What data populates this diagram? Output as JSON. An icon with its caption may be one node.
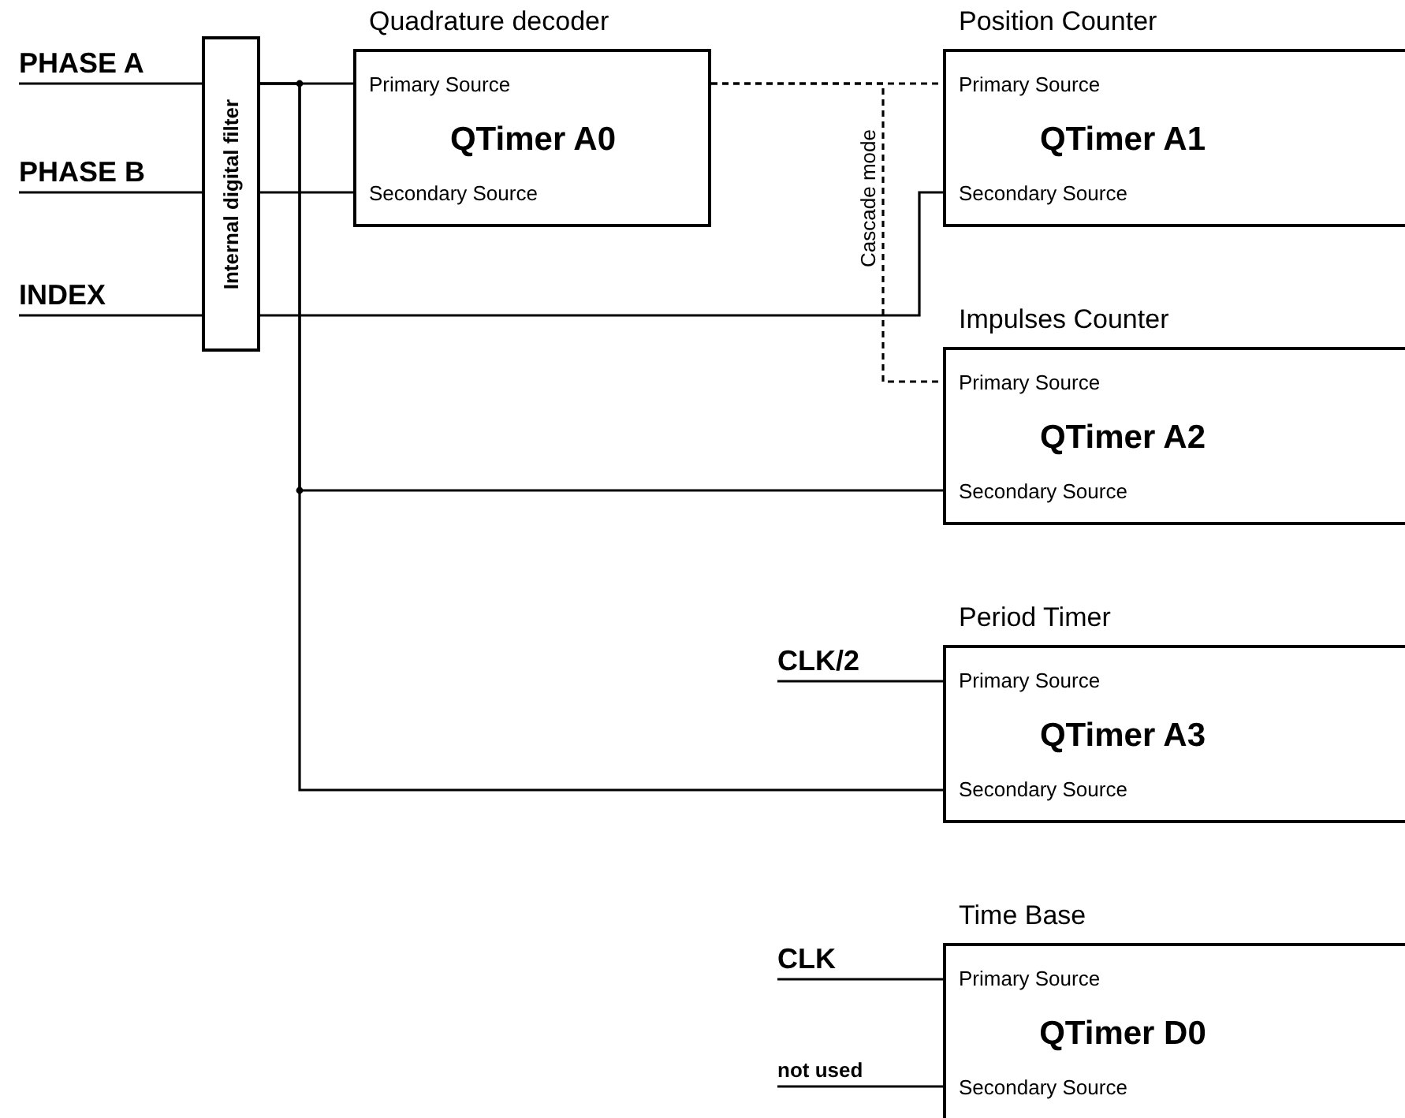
{
  "diagram": {
    "nodes": [
      {
        "text": [
          "PHASE A"
        ]
      },
      {
        "text": [
          "PHASE B"
        ]
      },
      {
        "text": [
          "INDEX"
        ]
      },
      {
        "text": [
          "Internal digital filter"
        ]
      },
      {
        "text": [
          "Quadrature decoder",
          "Primary Source",
          "QTimer A0",
          "Secondary Source"
        ]
      },
      {
        "text": [
          "Position Counter",
          "Primary Source",
          "QTimer A1",
          "Secondary Source"
        ]
      },
      {
        "text": [
          "Impulses Counter",
          "Primary Source",
          "QTimer A2",
          "Secondary Source"
        ]
      },
      {
        "text": [
          "CLK/2"
        ]
      },
      {
        "text": [
          "Period Timer",
          "Primary Source",
          "QTimer A3",
          "Secondary Source"
        ]
      },
      {
        "text": [
          "CLK"
        ]
      },
      {
        "text": [
          "not used"
        ]
      },
      {
        "text": [
          "Time Base",
          "Primary Source",
          "QTimer D0",
          "Secondary Source"
        ]
      }
    ],
    "edges": [
      {
        "from": 0,
        "to": 3,
        "arrow": "none"
      },
      {
        "from": 1,
        "to": 3,
        "arrow": "none"
      },
      {
        "from": 2,
        "to": 3,
        "arrow": "none"
      },
      {
        "from": 3,
        "to": 4,
        "arrow": "none"
      },
      {
        "from": 3,
        "to": 4,
        "arrow": "none"
      },
      {
        "from": 3,
        "to": 5,
        "arrow": "none"
      },
      {
        "from": 3,
        "to": 6,
        "arrow": "none"
      },
      {
        "from": 3,
        "to": 8,
        "arrow": "none"
      },
      {
        "from": 4,
        "to": 5,
        "arrow": "none",
        "style": "dashed"
      },
      {
        "from": 4,
        "to": 6,
        "arrow": "none",
        "style": "dashed",
        "label": "Cascade mode"
      },
      {
        "from": 7,
        "to": 8,
        "arrow": "none"
      },
      {
        "from": 9,
        "to": 11,
        "arrow": "none"
      },
      {
        "from": 10,
        "to": 11,
        "arrow": "none"
      }
    ]
  }
}
